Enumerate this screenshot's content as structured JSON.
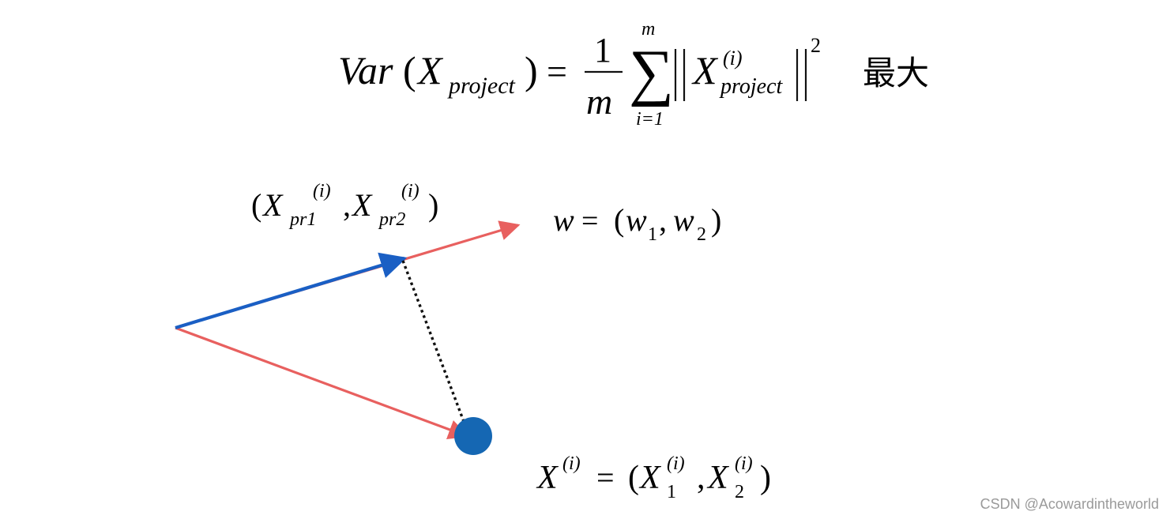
{
  "formula": {
    "lhs_func": "Var",
    "open_paren": "(",
    "lhs_var": "X",
    "lhs_sub": "project",
    "close_paren": ")",
    "equals": "=",
    "frac_num": "1",
    "frac_den": "m",
    "sigma": "∑",
    "sum_upper": "m",
    "sum_lower": "i=1",
    "norm_open": "‖",
    "norm_var": "X",
    "norm_sup": "(i)",
    "norm_sub": "project",
    "norm_close": "‖",
    "power": "2",
    "max_label": "最大"
  },
  "labels": {
    "projection_point": {
      "open": "(",
      "x1": "X",
      "x1_sub": "pr1",
      "x1_sup": "(i)",
      "comma": ",",
      "x2": "X",
      "x2_sub": "pr2",
      "x2_sup": "(i)",
      "close": ")"
    },
    "w_vector": {
      "w": "w",
      "equals": "=",
      "open": "(",
      "w1": "w",
      "w1_sub": "1",
      "comma": ",",
      "w2": "w",
      "w2_sub": "2",
      "close": ")"
    },
    "sample_point": {
      "x": "X",
      "x_sup": "(i)",
      "equals": "=",
      "open": "(",
      "x1": "X",
      "x1_sub": "1",
      "x1_sup": "(i)",
      "comma": ",",
      "x2": "X",
      "x2_sub": "2",
      "x2_sup": "(i)",
      "close": ")"
    }
  },
  "watermark": "CSDN @Acowardintheworld",
  "colors": {
    "red_vector": "#e8605f",
    "blue_vector": "#1a5fc4",
    "point_fill": "#1567b3",
    "dotted_line": "#111111"
  }
}
